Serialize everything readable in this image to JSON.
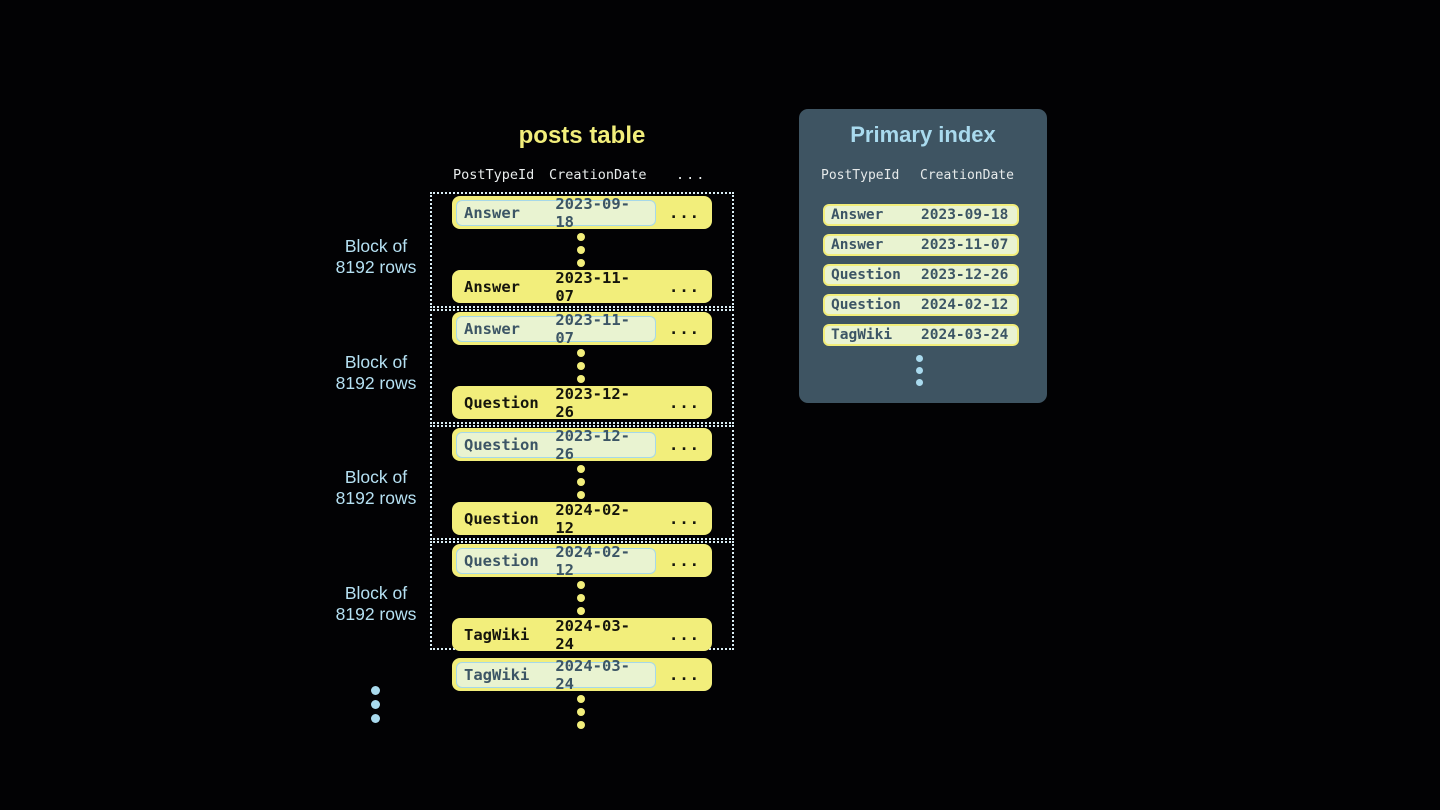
{
  "colors": {
    "background": "#020204",
    "row_yellow": "#F2EE7B",
    "highlight_pill_bg": "#E9F3D1",
    "highlight_pill_border": "#A6D8E9",
    "slate_text": "#3C5565",
    "panel_bg": "#3E5462",
    "light_blue": "#A9DAEE",
    "dotted_border": "#D9EDF4",
    "header_text": "#E9EDED"
  },
  "posts_table": {
    "title": "posts table",
    "columns": {
      "col1": "PostTypeId",
      "col2": "CreationDate",
      "col3": "..."
    },
    "blocks": [
      {
        "label_line1": "Block of",
        "label_line2": "8192 rows",
        "first_row": {
          "type": "Answer",
          "date": "2023-09-18",
          "more": "..."
        },
        "last_row": {
          "type": "Answer",
          "date": "2023-11-07",
          "more": "..."
        }
      },
      {
        "label_line1": "Block of",
        "label_line2": "8192 rows",
        "first_row": {
          "type": "Answer",
          "date": "2023-11-07",
          "more": "..."
        },
        "last_row": {
          "type": "Question",
          "date": "2023-12-26",
          "more": "..."
        }
      },
      {
        "label_line1": "Block of",
        "label_line2": "8192 rows",
        "first_row": {
          "type": "Question",
          "date": "2023-12-26",
          "more": "..."
        },
        "last_row": {
          "type": "Question",
          "date": "2024-02-12",
          "more": "..."
        }
      },
      {
        "label_line1": "Block of",
        "label_line2": "8192 rows",
        "first_row": {
          "type": "Question",
          "date": "2024-02-12",
          "more": "..."
        },
        "last_row": {
          "type": "TagWiki",
          "date": "2024-03-24",
          "more": "..."
        }
      }
    ],
    "trailing_row": {
      "type": "TagWiki",
      "date": "2024-03-24",
      "more": "..."
    }
  },
  "primary_index": {
    "title": "Primary index",
    "columns": {
      "col1": "PostTypeId",
      "col2": "CreationDate"
    },
    "rows": [
      {
        "type": "Answer",
        "date": "2023-09-18"
      },
      {
        "type": "Answer",
        "date": "2023-11-07"
      },
      {
        "type": "Question",
        "date": "2023-12-26"
      },
      {
        "type": "Question",
        "date": "2024-02-12"
      },
      {
        "type": "TagWiki",
        "date": "2024-03-24"
      }
    ]
  }
}
